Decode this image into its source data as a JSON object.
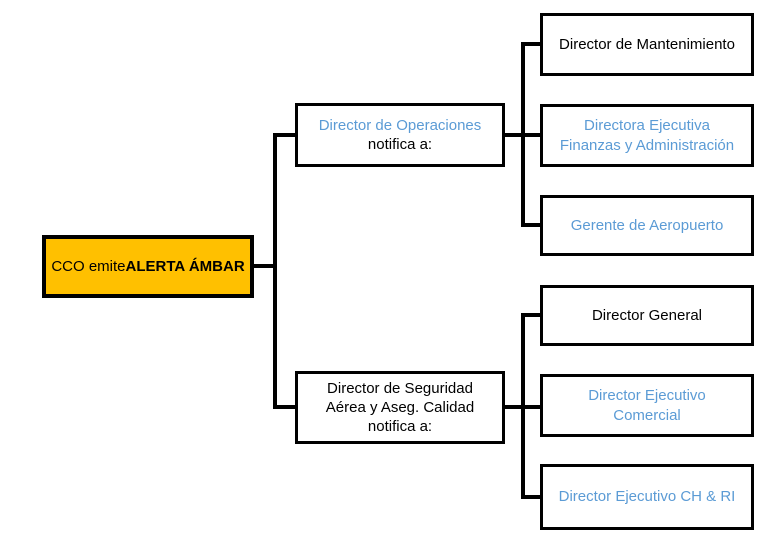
{
  "palette": {
    "amber": "#FFC000",
    "accent_blue": "#5B9BD5",
    "connector_black": "#000000",
    "background": "#FFFFFF"
  },
  "diagram": {
    "root": {
      "prefix": "CCO emite ",
      "alert": "ALERTA ÁMBAR"
    },
    "notifiers": [
      {
        "title_lines": [
          "Director de Operaciones"
        ],
        "action": "notifica a:",
        "title_color": "blue"
      },
      {
        "title_lines": [
          "Director de Seguridad",
          "Aérea y Aseg. Calidad"
        ],
        "action": "notifica a:",
        "title_color": "black"
      }
    ],
    "recipients": [
      {
        "lines": [
          "Director de Mantenimiento"
        ],
        "color": "black"
      },
      {
        "lines": [
          "Directora Ejecutiva",
          "Finanzas y Administración"
        ],
        "color": "blue"
      },
      {
        "lines": [
          "Gerente de Aeropuerto"
        ],
        "color": "blue"
      },
      {
        "lines": [
          "Director General"
        ],
        "color": "black"
      },
      {
        "lines": [
          "Director Ejecutivo",
          "Comercial"
        ],
        "color": "blue"
      },
      {
        "lines": [
          "Director Ejecutivo CH & RI"
        ],
        "color": "blue"
      }
    ]
  }
}
